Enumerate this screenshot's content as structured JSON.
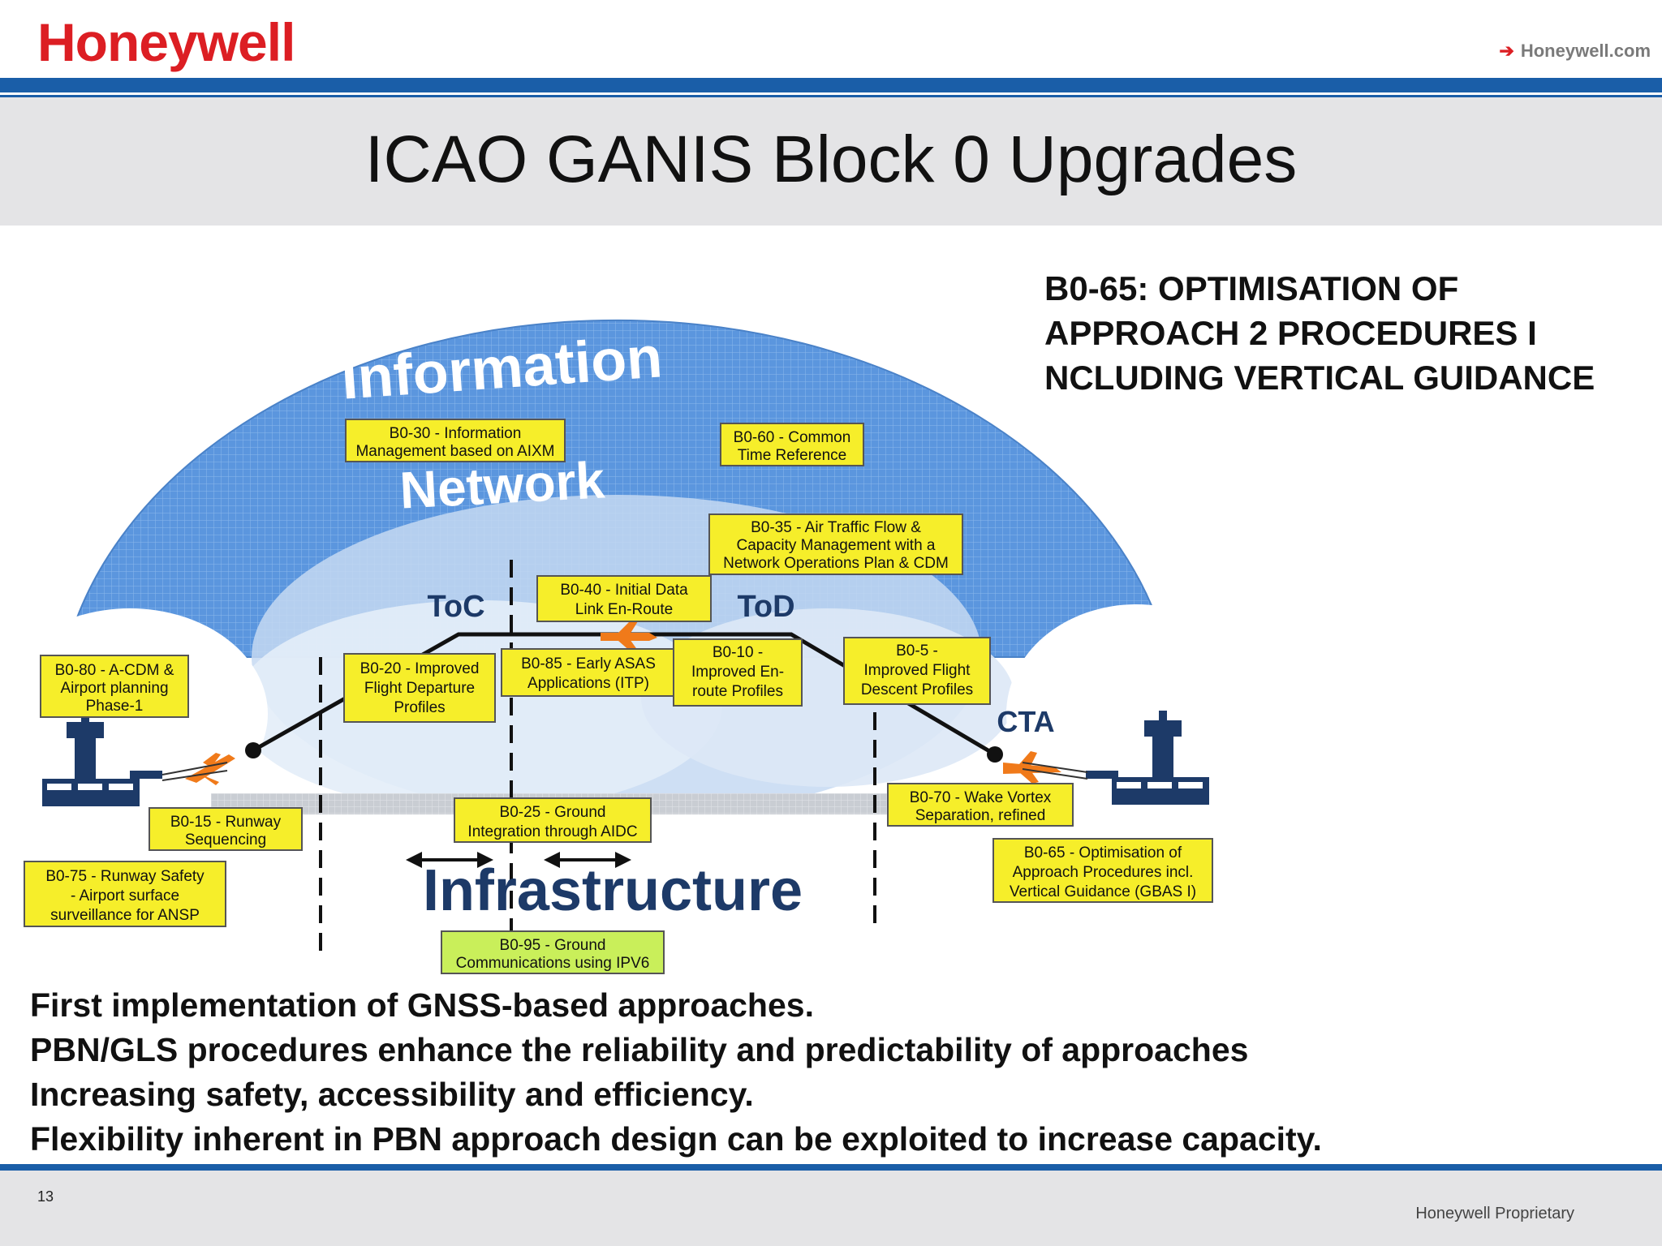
{
  "header": {
    "logo": "Honeywell",
    "site_link": "Honeywell.com",
    "title": "ICAO GANIS Block 0 Upgrades"
  },
  "side_heading": [
    "B0-65: OPTIMISATION OF",
    "APPROACH 2 PROCEDURES I",
    "NCLUDING VERTICAL GUIDANCE"
  ],
  "diagram": {
    "dome_label_top": "Information",
    "dome_label_mid": "Network",
    "ground_label": "Infrastructure",
    "markers": {
      "toc": "ToC",
      "tod": "ToD",
      "cta": "CTA"
    },
    "boxes": {
      "b0_30": [
        "B0-30 - Information",
        "Management based on AIXM"
      ],
      "b0_60": [
        "B0-60 - Common",
        "Time Reference"
      ],
      "b0_35": [
        "B0-35 - Air Traffic Flow &",
        "Capacity Management with a",
        "Network Operations Plan & CDM"
      ],
      "b0_40": [
        "B0-40 - Initial Data",
        "Link En-Route"
      ],
      "b0_80": [
        "B0-80 - A-CDM &",
        "Airport planning",
        "Phase-1"
      ],
      "b0_20": [
        "B0-20 - Improved",
        "Flight Departure",
        "Profiles"
      ],
      "b0_85": [
        "B0-85 - Early ASAS",
        "Applications (ITP)"
      ],
      "b0_10": [
        "B0-10 -",
        "Improved En-",
        "route Profiles"
      ],
      "b0_5": [
        "B0-5 -",
        "Improved Flight",
        "Descent Profiles"
      ],
      "b0_70": [
        "B0-70 - Wake Vortex",
        "Separation, refined"
      ],
      "b0_15": [
        "B0-15 - Runway",
        "Sequencing"
      ],
      "b0_25": [
        "B0-25 - Ground",
        "Integration through AIDC"
      ],
      "b0_65": [
        "B0-65 - Optimisation of",
        "Approach Procedures incl.",
        "Vertical Guidance (GBAS I)"
      ],
      "b0_75": [
        "B0-75 - Runway Safety",
        "- Airport surface",
        "surveillance for ANSP"
      ],
      "b0_95": [
        "B0-95 - Ground",
        "Communications using IPV6"
      ]
    }
  },
  "bullets": [
    "First implementation of GNSS-based approaches.",
    "PBN/GLS procedures enhance the reliability and predictability of approaches",
    "Increasing safety, accessibility and efficiency.",
    "Flexibility inherent in PBN approach design can be exploited to increase capacity."
  ],
  "footer": {
    "page_number": "13",
    "proprietary": "Honeywell Proprietary"
  },
  "colors": {
    "brand_red": "#dc1e23",
    "brand_blue": "#1a5ea8",
    "dome_blue": "#5b96de",
    "box_yellow": "#f6ee2a",
    "box_green": "#c9ef5a"
  }
}
